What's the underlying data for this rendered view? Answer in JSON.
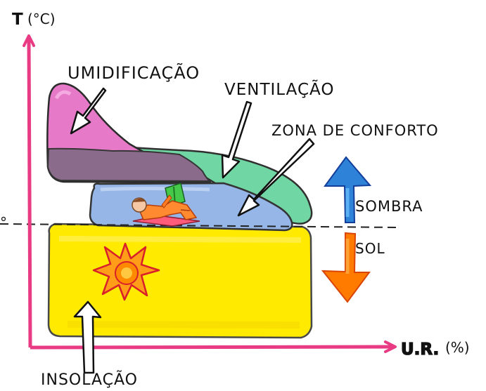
{
  "axes": {
    "y_label_main": "T",
    "y_label_unit": "(°C)",
    "x_label_main": "U.R.",
    "x_label_unit": "(%)",
    "left_cut_text": "°"
  },
  "zones": {
    "umidificacao": "UMIDIFICAÇÃO",
    "ventilacao": "VENTILAÇÃO",
    "conforto": "ZONA DE CONFORTO",
    "insolacao": "INSOLAÇÃO"
  },
  "arrows": {
    "sombra": "SOMBRA",
    "sol": "SOL"
  },
  "icons": {
    "sun": "sun-icon",
    "person_reading": "person-reading-icon",
    "up_arrow": "up-arrow-icon",
    "down_arrow": "down-arrow-icon"
  },
  "colors": {
    "axis": "#e83b83",
    "umidificacao": "#e77ac8",
    "ventilacao": "#70d7a4",
    "conforto": "#95b6e7",
    "insolacao": "#ffea00",
    "overlap": "#8a6b8b",
    "sombra_arrow": "#2e83d8",
    "sol_arrow": "#ff7b00",
    "sun": "#ff8a00",
    "sun_outline": "#d81f2a"
  }
}
